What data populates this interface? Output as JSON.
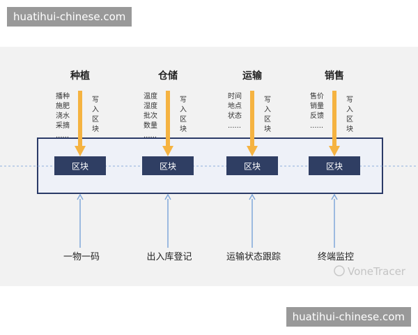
{
  "watermark_top": "huatihui-chinese.com",
  "watermark_bottom": "huatihui-chinese.com",
  "block_label": "区块",
  "write_label": [
    "写",
    "入",
    "区",
    "块"
  ],
  "stages": [
    {
      "title": "种植",
      "details": [
        "播种",
        "施肥",
        "浇水",
        "采摘",
        "......"
      ],
      "bottom": "一物一码"
    },
    {
      "title": "仓储",
      "details": [
        "温度",
        "湿度",
        "批次",
        "数量",
        "......"
      ],
      "bottom": "出入库登记"
    },
    {
      "title": "运输",
      "details": [
        "时间",
        "地点",
        "状态",
        "......"
      ],
      "bottom": "运输状态跟踪"
    },
    {
      "title": "销售",
      "details": [
        "售价",
        "销量",
        "反馈",
        "......"
      ],
      "bottom": "终端监控"
    }
  ],
  "brand": "VoneTracer",
  "colors": {
    "arrow_down": "#f5b341",
    "block_fill": "#2f3e63",
    "arrow_up": "#7fa7da",
    "frame": "#2b3a67",
    "dashed_line": "#8fb0dd"
  }
}
